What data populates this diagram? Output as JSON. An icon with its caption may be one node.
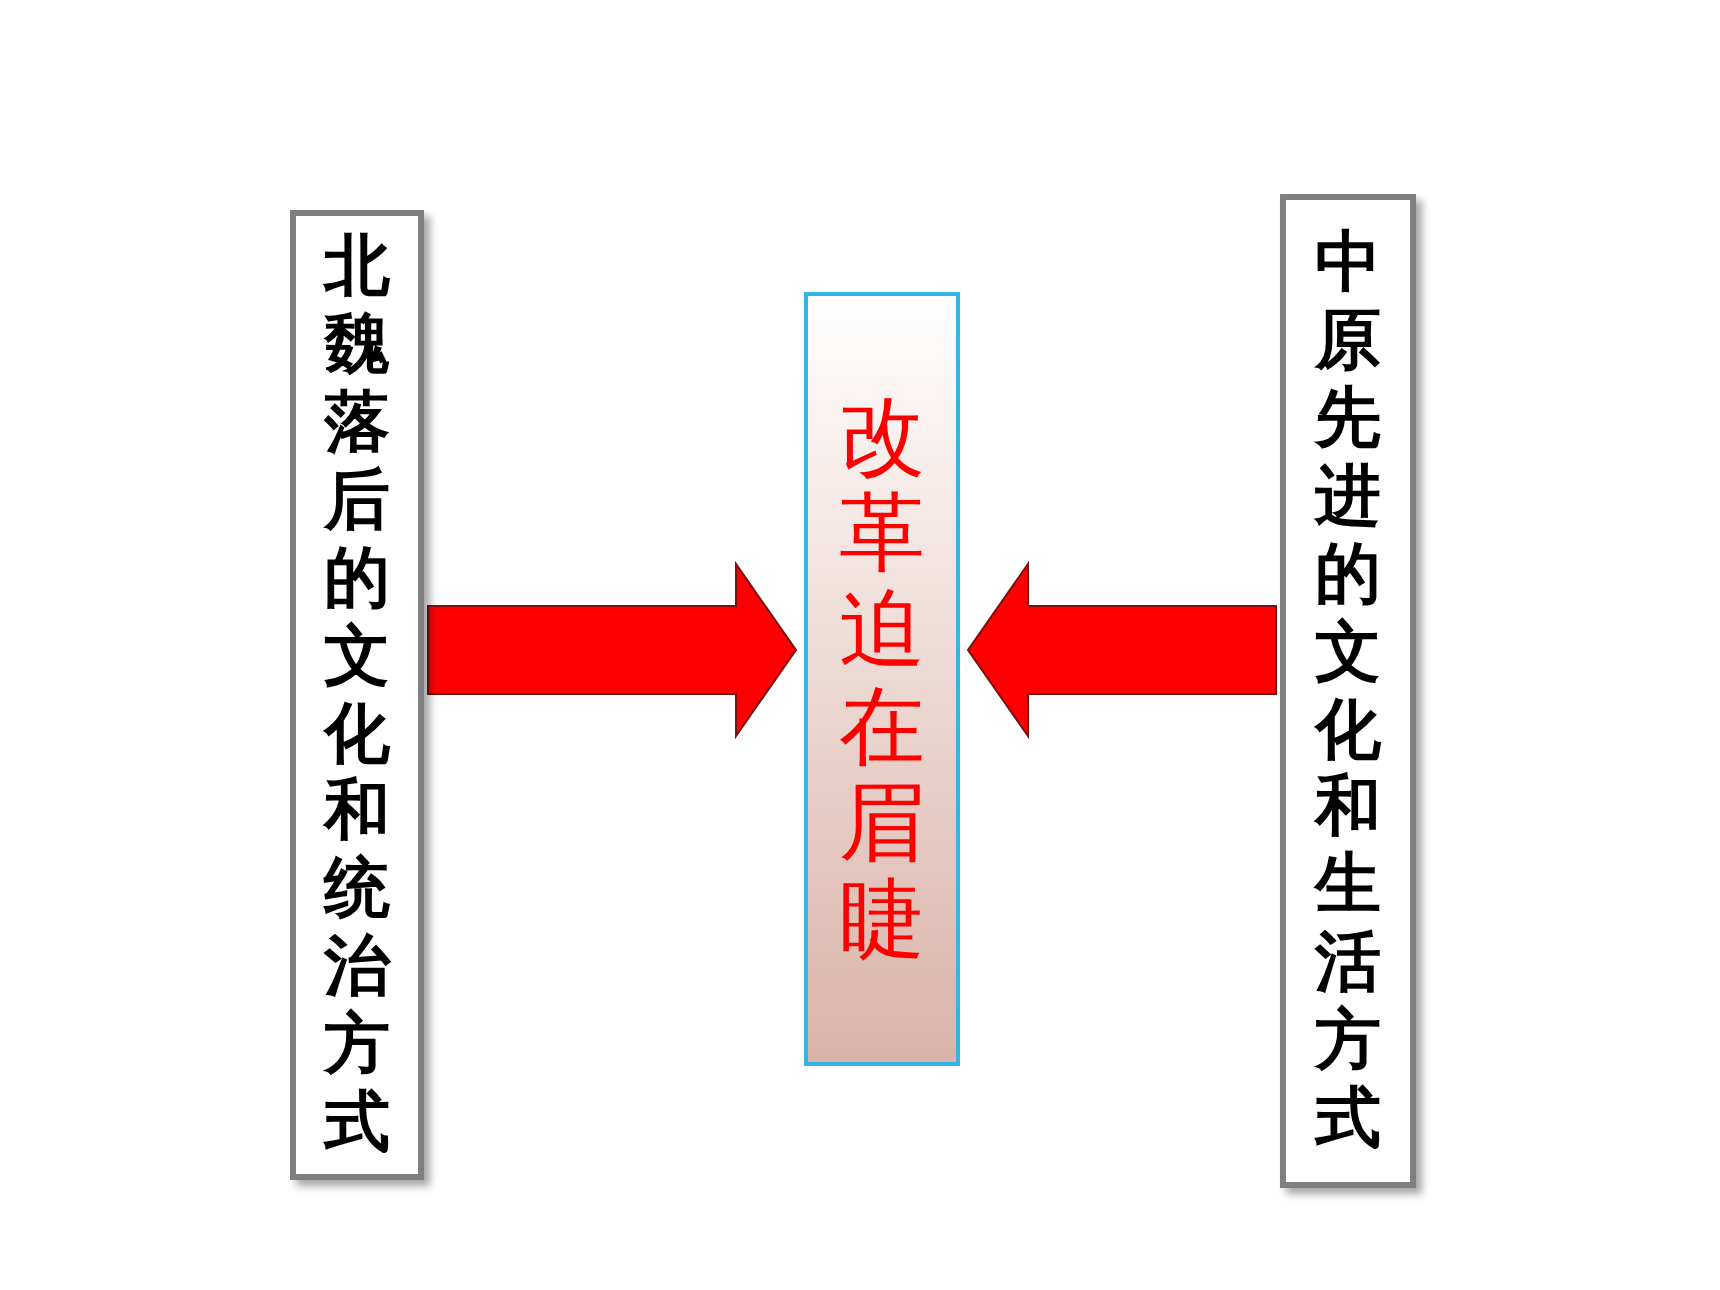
{
  "diagram": {
    "nodes": [
      {
        "text": [
          "北魏落后的文化和统治方式"
        ]
      },
      {
        "text": [
          "改革迫在眉睫"
        ]
      },
      {
        "text": [
          "中原先进的文化和生活方式"
        ]
      }
    ],
    "edges": [
      {
        "from": 0,
        "to": 1,
        "arrow": "to",
        "style": "thick"
      },
      {
        "from": 2,
        "to": 1,
        "arrow": "to",
        "style": "thick"
      }
    ]
  }
}
